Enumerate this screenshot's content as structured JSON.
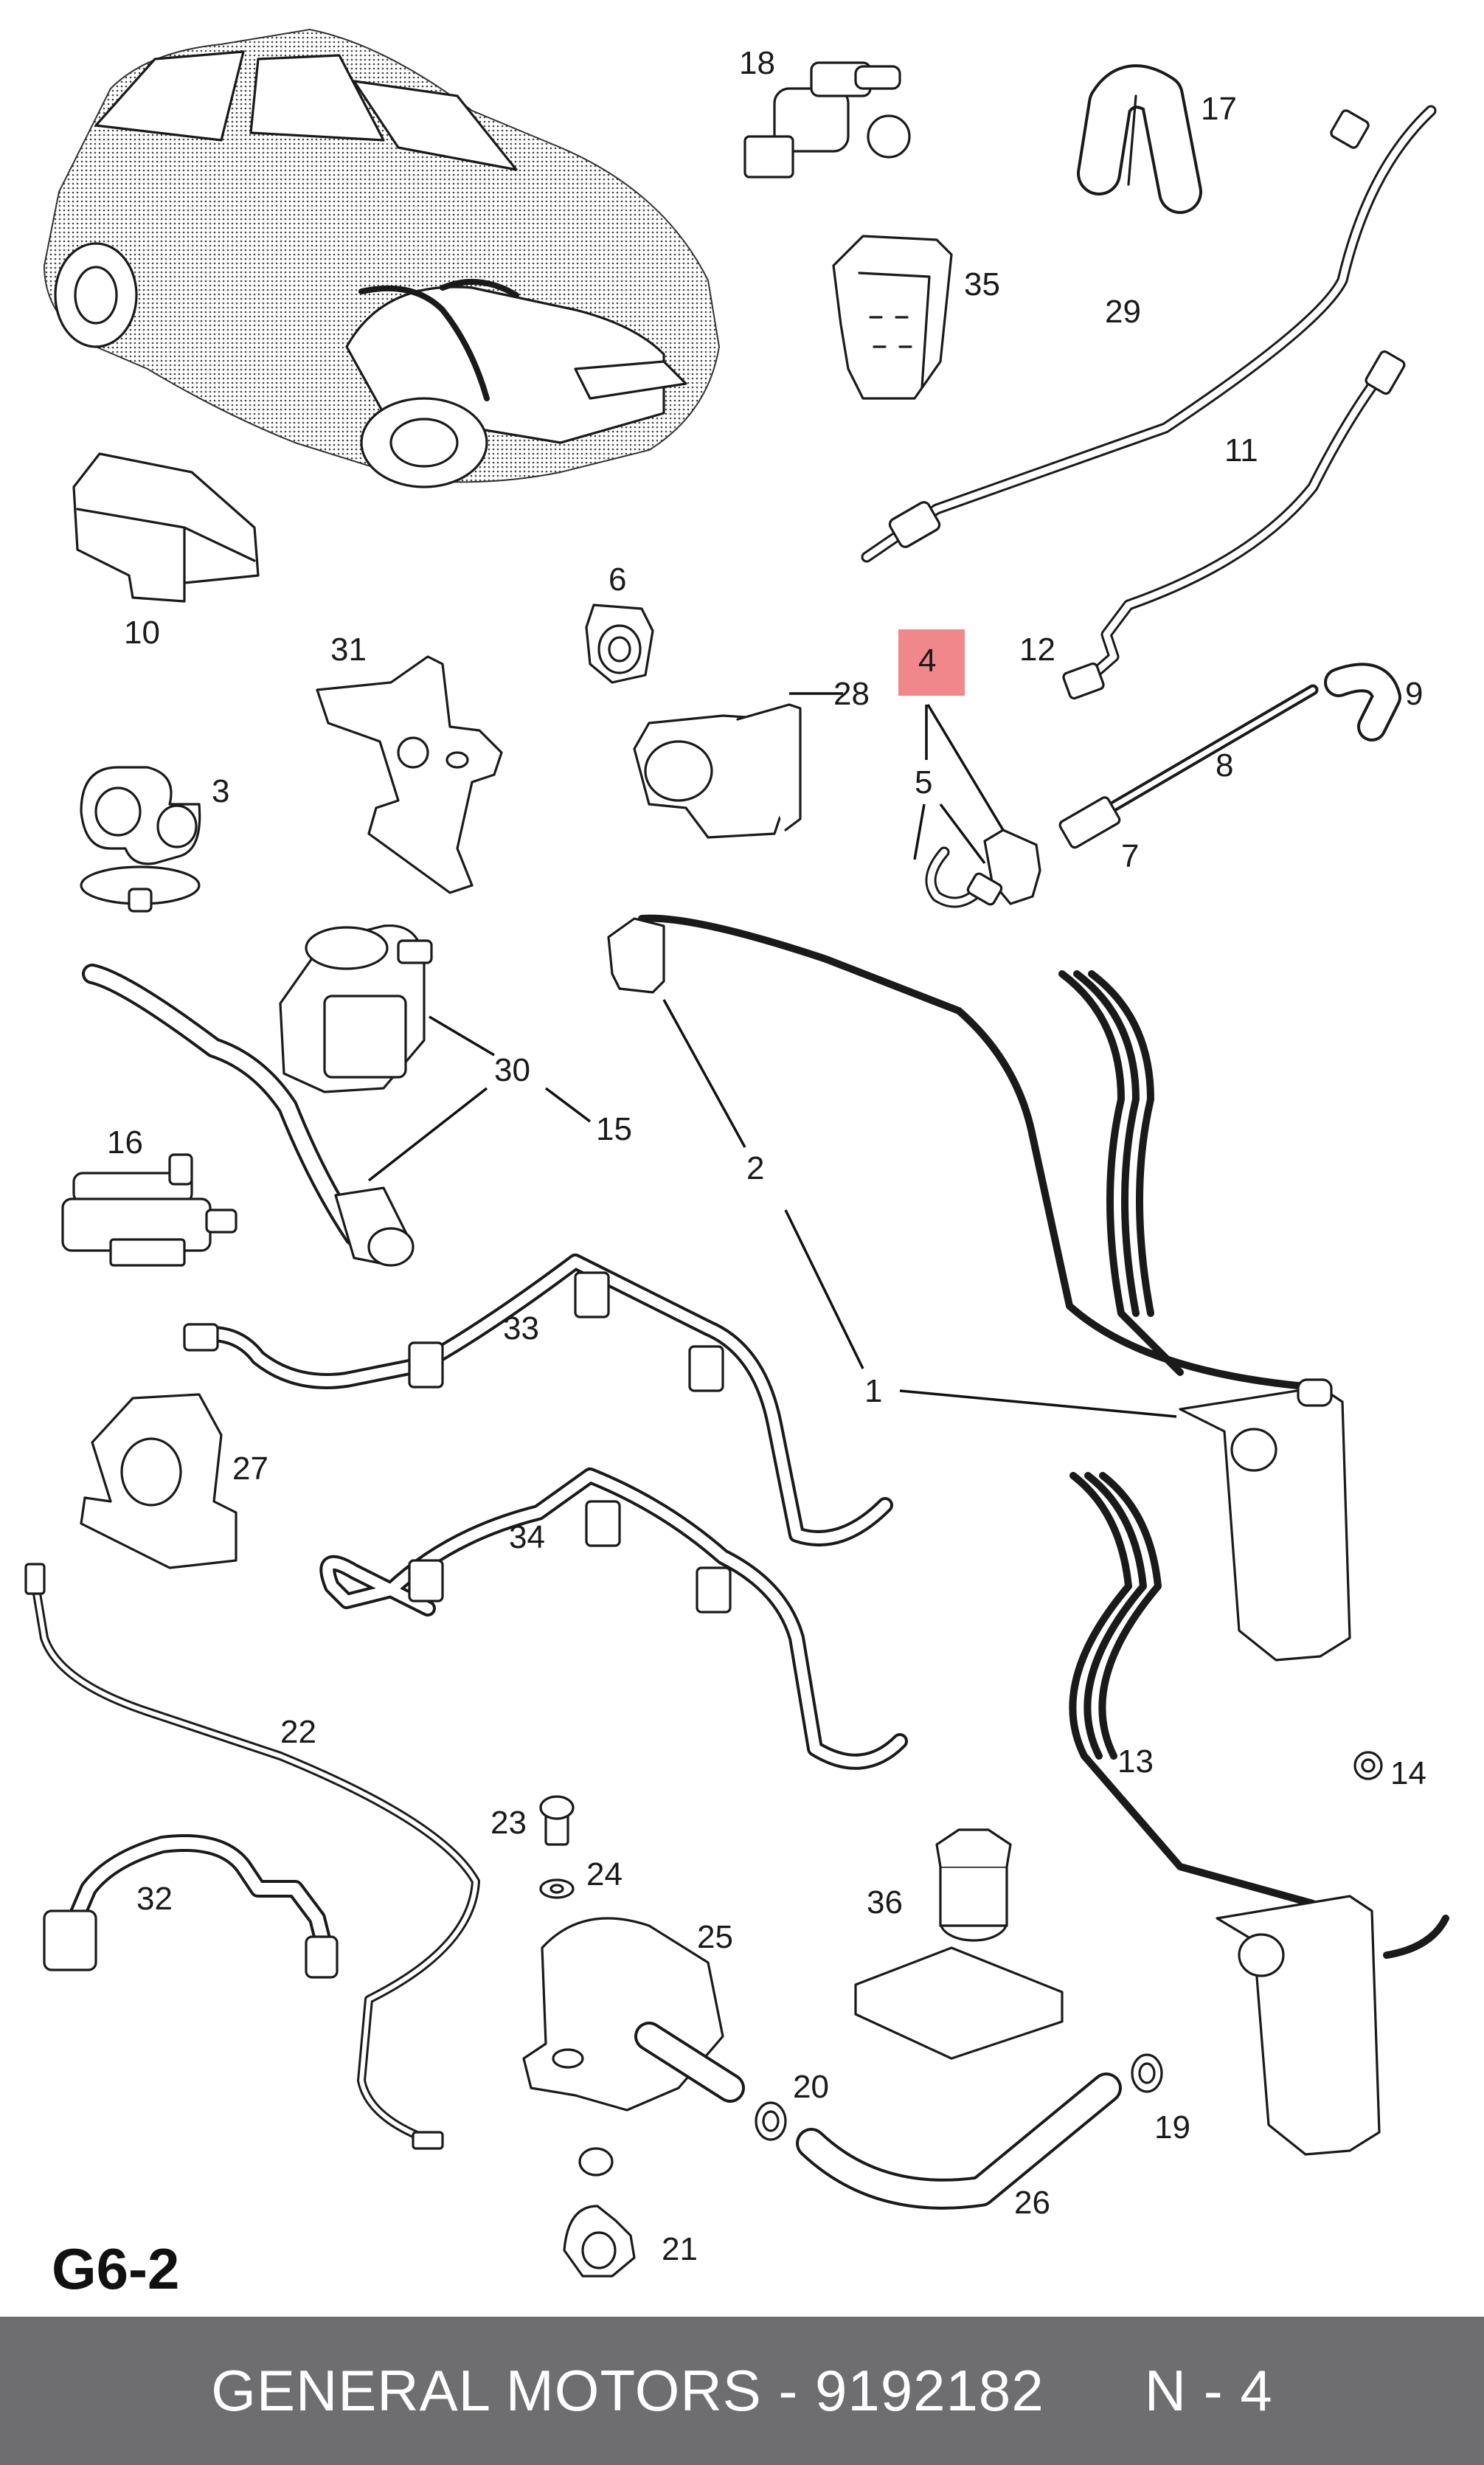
{
  "diagram": {
    "code": "G6-2",
    "highlighted_part": "4",
    "highlight_color": "#f0878a",
    "part_labels": {
      "p1": "1",
      "p2": "2",
      "p3": "3",
      "p4": "4",
      "p5": "5",
      "p6": "6",
      "p7": "7",
      "p8": "8",
      "p9": "9",
      "p10": "10",
      "p11": "11",
      "p12": "12",
      "p13": "13",
      "p14": "14",
      "p15": "15",
      "p16": "16",
      "p17": "17",
      "p18": "18",
      "p19": "19",
      "p20": "20",
      "p21": "21",
      "p22": "22",
      "p23": "23",
      "p24": "24",
      "p25": "25",
      "p26": "26",
      "p27": "27",
      "p28": "28",
      "p29": "29",
      "p30": "30",
      "p31": "31",
      "p32": "32",
      "p33": "33",
      "p34": "34",
      "p35": "35",
      "p36": "36"
    }
  },
  "footer": {
    "text": "GENERAL MOTORS - 9192182      N - 4",
    "background": "#6e6e70"
  }
}
